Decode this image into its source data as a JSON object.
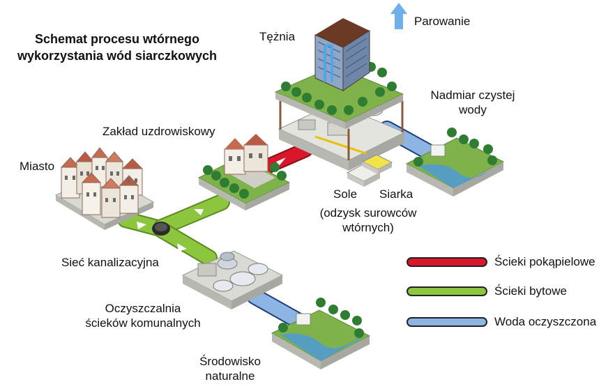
{
  "title": {
    "line1": "Schemat procesu wtórnego",
    "line2": "wykorzystania wód siarczkowych"
  },
  "labels": {
    "teznia": "Tężnia",
    "parowanie": "Parowanie",
    "nadmiar_line1": "Nadmiar czystej",
    "nadmiar_line2": "wody",
    "zaklad": "Zakład uzdrowiskowy",
    "miasto": "Miasto",
    "sole": "Sole",
    "siarka": "Siarka",
    "odzysk_line1": "(odzysk surowców",
    "odzysk_line2": "wtórnych)",
    "siec": "Sieć kanalizacyjna",
    "oczyszczalnia_line1": "Oczyszczalnia",
    "oczyszczalnia_line2": "ścieków komunalnych",
    "srodowisko_line1": "Środowisko",
    "srodowisko_line2": "naturalne"
  },
  "legend": [
    {
      "label": "Ścieki pokąpielowe",
      "color": "#d8182a"
    },
    {
      "label": "Ścieki bytowe",
      "color": "#8cc63e"
    },
    {
      "label": "Woda oczyszczona",
      "color": "#8db4e2"
    }
  ],
  "colors": {
    "red_pipe": "#d8182a",
    "green_pipe": "#8cc63e",
    "blue_pipe": "#8db4e2",
    "grass": "#7fb24a",
    "tree": "#2f7d32",
    "ground": "#d9d9d4",
    "arrow_blue": "#6fb0ea"
  }
}
